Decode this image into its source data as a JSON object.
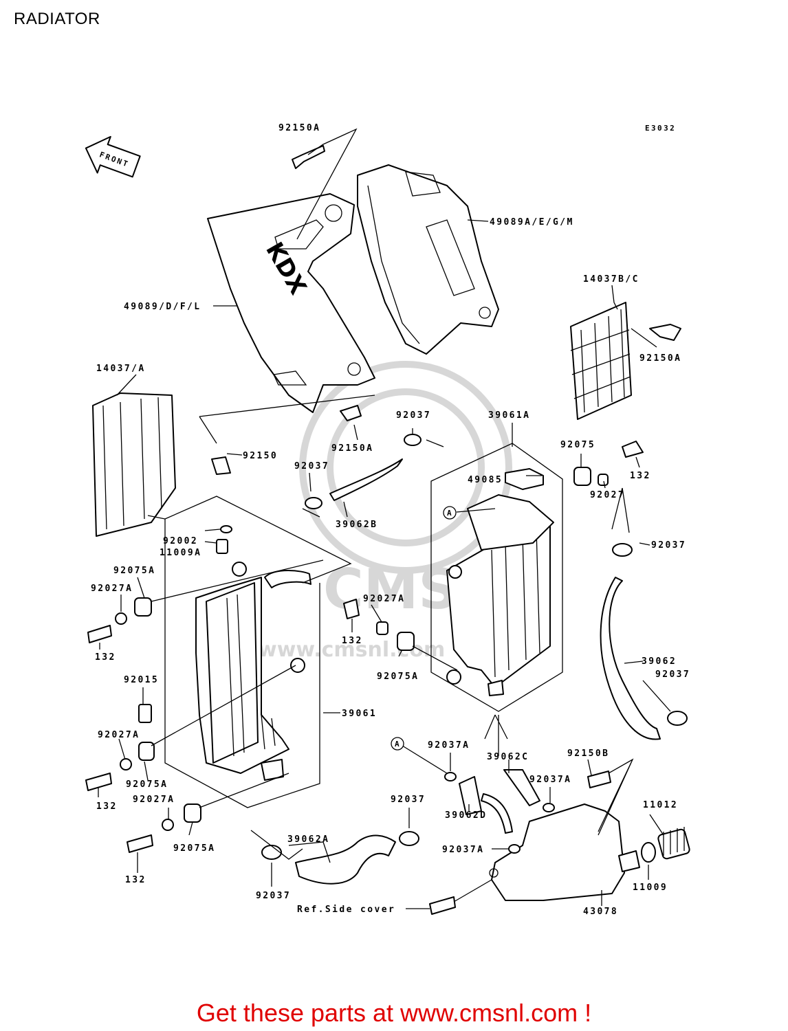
{
  "title": "RADIATOR",
  "code": "E3032",
  "front_label": "FRONT",
  "circle_label": "A",
  "watermark": {
    "brand": "CMS",
    "url": "www.cmsnl.com"
  },
  "footer": "Get these parts at www.cmsnl.com !",
  "labels": {
    "p92150A_top": "92150A",
    "p49089AEGM": "49089A/E/G/M",
    "p49089DFL": "49089/D/F/L",
    "p14037BC": "14037B/C",
    "p92150A_r": "92150A",
    "p14037A": "14037/A",
    "p92150": "92150",
    "p92150A_m": "92150A",
    "p92037_a": "92037",
    "p39061A": "39061A",
    "p92075": "92075",
    "p132_a": "132",
    "p49085": "49085",
    "p92027": "92027",
    "p92037_b": "92037",
    "p39062B": "39062B",
    "p92037_c": "92037",
    "p92002": "92002",
    "p11009A": "11009A",
    "p92075A_a": "92075A",
    "p92027A_a": "92027A",
    "p132_b": "132",
    "p92027A_b": "92027A",
    "p132_c": "132",
    "p92075A_b": "92075A",
    "p39062": "39062",
    "p92037_d": "92037",
    "p92015": "92015",
    "p39061": "39061",
    "p92027A_c": "92027A",
    "p92037A_a": "92037A",
    "p39062C": "39062C",
    "p92150B": "92150B",
    "p92037A_b": "92037A",
    "p92075A_c": "92075A",
    "p132_d": "132",
    "p92027A_d": "92027A",
    "p92037_e": "92037",
    "p39062D": "39062D",
    "p11012": "11012",
    "p92075A_d": "92075A",
    "p39062A": "39062A",
    "p92037A_c": "92037A",
    "p132_e": "132",
    "p11009": "11009",
    "p92037_f": "92037",
    "ref_side_cover": "Ref.Side cover",
    "p43078": "43078"
  }
}
